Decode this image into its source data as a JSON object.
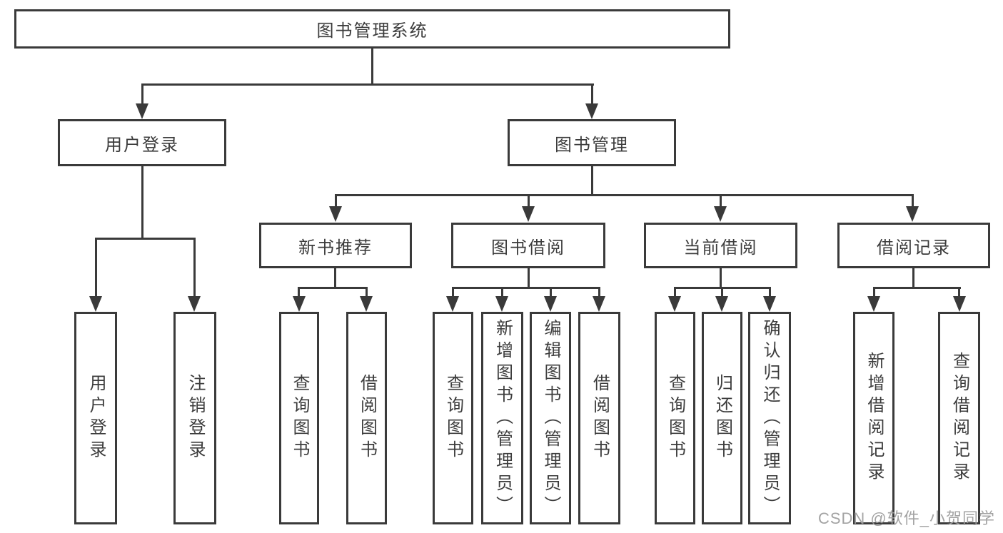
{
  "diagram": {
    "root": {
      "label": "图书管理系统"
    },
    "level2": [
      {
        "label": "用户登录"
      },
      {
        "label": "图书管理"
      }
    ],
    "level3": [
      {
        "label": "新书推荐"
      },
      {
        "label": "图书借阅"
      },
      {
        "label": "当前借阅"
      },
      {
        "label": "借阅记录"
      }
    ],
    "leaves": [
      {
        "label": "用户登录"
      },
      {
        "label": "注销登录"
      },
      {
        "label": "查询图书"
      },
      {
        "label": "借阅图书"
      },
      {
        "label": "查询图书"
      },
      {
        "label": "新增图书（管理员）"
      },
      {
        "label": "编辑图书（管理员）"
      },
      {
        "label": "借阅图书"
      },
      {
        "label": "查询图书"
      },
      {
        "label": "归还图书"
      },
      {
        "label": "确认归还（管理员）"
      },
      {
        "label": "新增借阅记录"
      },
      {
        "label": "查询借阅记录"
      }
    ]
  },
  "watermark": {
    "text": "CSDN @软件_小贺同学"
  },
  "colors": {
    "line": "#3a3a3a",
    "text": "#3c3c3c",
    "background": "#ffffff",
    "watermark": "#9e9e9e"
  }
}
